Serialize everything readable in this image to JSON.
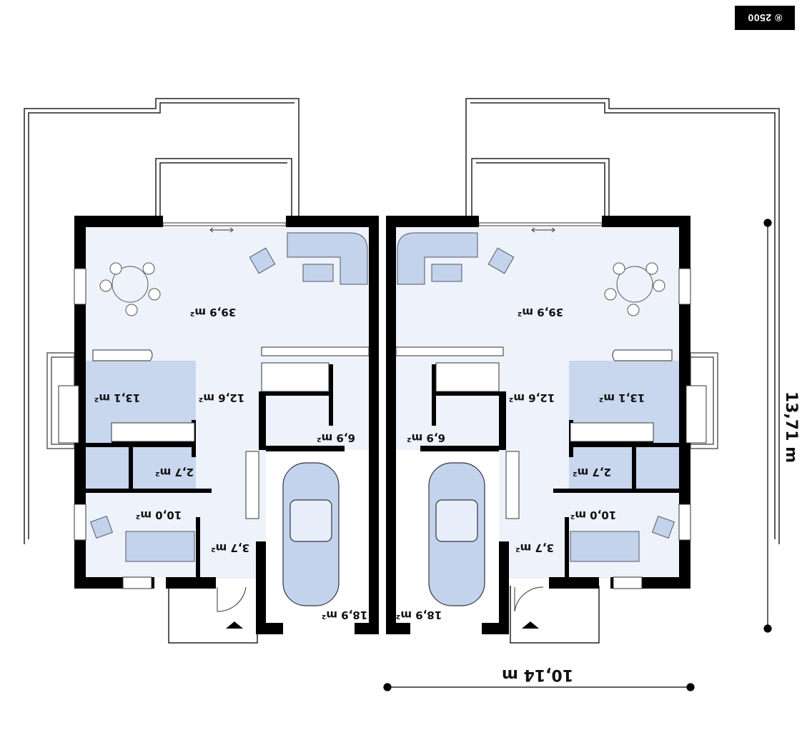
{
  "badge": {
    "text": "® 2500"
  },
  "dimensions": {
    "width": "10,14 m",
    "depth": "13,71 m"
  },
  "left_unit": {
    "living": "39,9 m²",
    "kitchen": "13,1 m²",
    "hall": "12,6 m²",
    "wc": "2,7 m²",
    "study": "10,0 m²",
    "entry": "3,7 m²",
    "utility": "6,9 m²",
    "garage": "18,9 m²"
  },
  "right_unit": {
    "living": "39,9 m²",
    "kitchen": "13,1 m²",
    "hall": "12,6 m²",
    "wc": "2,7 m²",
    "study": "10,0 m²",
    "entry": "3,7 m²",
    "utility": "6,9 m²",
    "garage": "18,9 m²"
  },
  "colors": {
    "floor": "#eef2fa",
    "accent": "#c8d7ee",
    "wall": "#000000",
    "furniture": "#c3d3ec"
  }
}
